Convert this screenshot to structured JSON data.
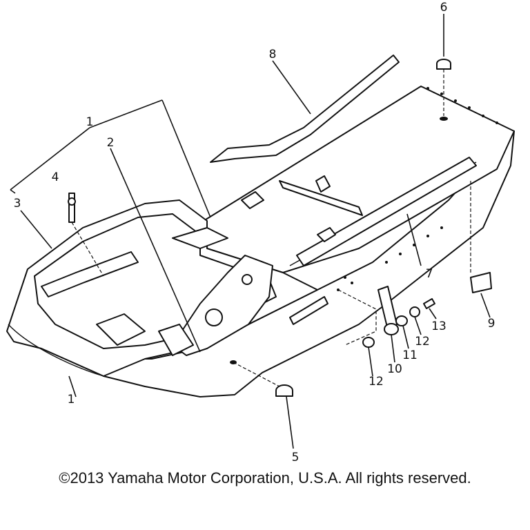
{
  "callouts": {
    "c1": "1",
    "c1b": "1",
    "c2": "2",
    "c3": "3",
    "c4": "4",
    "c5": "5",
    "c6": "6",
    "c7": "7",
    "c8": "8",
    "c9": "9",
    "c10": "10",
    "c11": "11",
    "c12a": "12",
    "c12b": "12",
    "c13": "13"
  },
  "footer": {
    "copyright": "©2013 Yamaha Motor Corporation, U.S.A. All rights reserved."
  }
}
